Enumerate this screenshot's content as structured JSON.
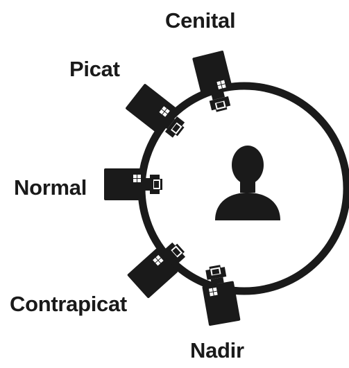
{
  "diagram": {
    "colors": {
      "ink": "#1a1a1a",
      "background": "#ffffff",
      "window": "#ffffff"
    },
    "icons": {
      "subject": "person-silhouette-icon",
      "camera": "camera-icon"
    },
    "angles": [
      {
        "id": "cenital",
        "label": "Cenital"
      },
      {
        "id": "picat",
        "label": "Picat"
      },
      {
        "id": "normal",
        "label": "Normal"
      },
      {
        "id": "contrapicat",
        "label": "Contrapicat"
      },
      {
        "id": "nadir",
        "label": "Nadir"
      }
    ]
  }
}
